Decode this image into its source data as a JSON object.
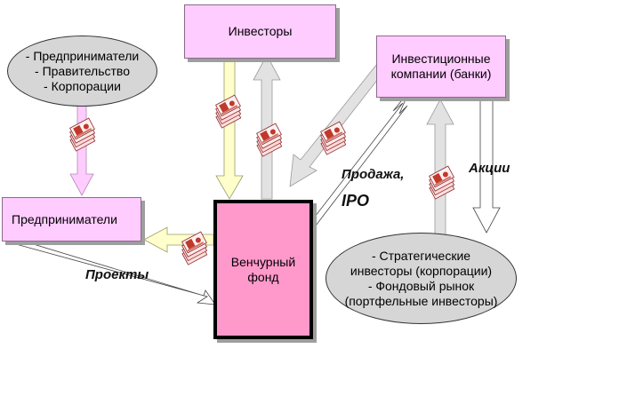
{
  "nodes": {
    "investors": "Инвесторы",
    "sources": "- Предприниматели\n- Правительство\n- Корпорации",
    "inv_companies": "Инвестиционные\nкомпании (банки)",
    "entrepreneurs": "Предприниматели",
    "venture_fund": "Венчурный\nфонд",
    "strategic": "- Стратегические\nинвесторы (корпорации)\n- Фондовый рынок\n(портфельные инвесторы)"
  },
  "labels": {
    "sale": "Продажа,",
    "ipo": "IPO",
    "shares": "Акции",
    "projects": "Проекты"
  },
  "colors": {
    "box_pink": "#ffccff",
    "fund_pink": "#ff99cc",
    "oval_gray": "#d6d6d6",
    "arrow_yellow": "#ffffcc",
    "arrow_gray": "#e0e0e0",
    "arrow_pink": "#ffccff"
  },
  "icons": [
    "money-bundle-icon"
  ]
}
